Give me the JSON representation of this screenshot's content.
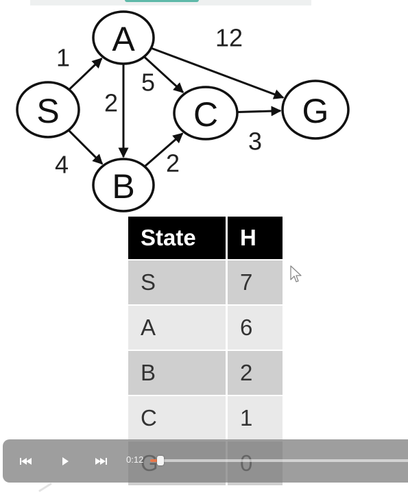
{
  "graph": {
    "nodes": [
      {
        "id": "S",
        "label": "S"
      },
      {
        "id": "A",
        "label": "A"
      },
      {
        "id": "B",
        "label": "B"
      },
      {
        "id": "C",
        "label": "C"
      },
      {
        "id": "G",
        "label": "G"
      }
    ],
    "edges": [
      {
        "from": "S",
        "to": "A",
        "cost": "1"
      },
      {
        "from": "S",
        "to": "B",
        "cost": "4"
      },
      {
        "from": "A",
        "to": "B",
        "cost": "2"
      },
      {
        "from": "A",
        "to": "C",
        "cost": "5"
      },
      {
        "from": "A",
        "to": "G",
        "cost": "12"
      },
      {
        "from": "B",
        "to": "C",
        "cost": "2"
      },
      {
        "from": "C",
        "to": "G",
        "cost": "3"
      }
    ]
  },
  "table": {
    "headers": {
      "state": "State",
      "h": "H"
    },
    "rows": [
      {
        "state": "S",
        "h": "7"
      },
      {
        "state": "A",
        "h": "6"
      },
      {
        "state": "B",
        "h": "2"
      },
      {
        "state": "C",
        "h": "1"
      },
      {
        "state": "G",
        "h": "0"
      }
    ]
  },
  "player": {
    "current_time": "0:12",
    "progress_fraction": 0.04,
    "icons": {
      "previous": "skip-previous-icon",
      "play": "play-icon",
      "next": "skip-next-icon"
    },
    "colors": {
      "progress": "#e8774a",
      "bar": "#787878"
    }
  }
}
